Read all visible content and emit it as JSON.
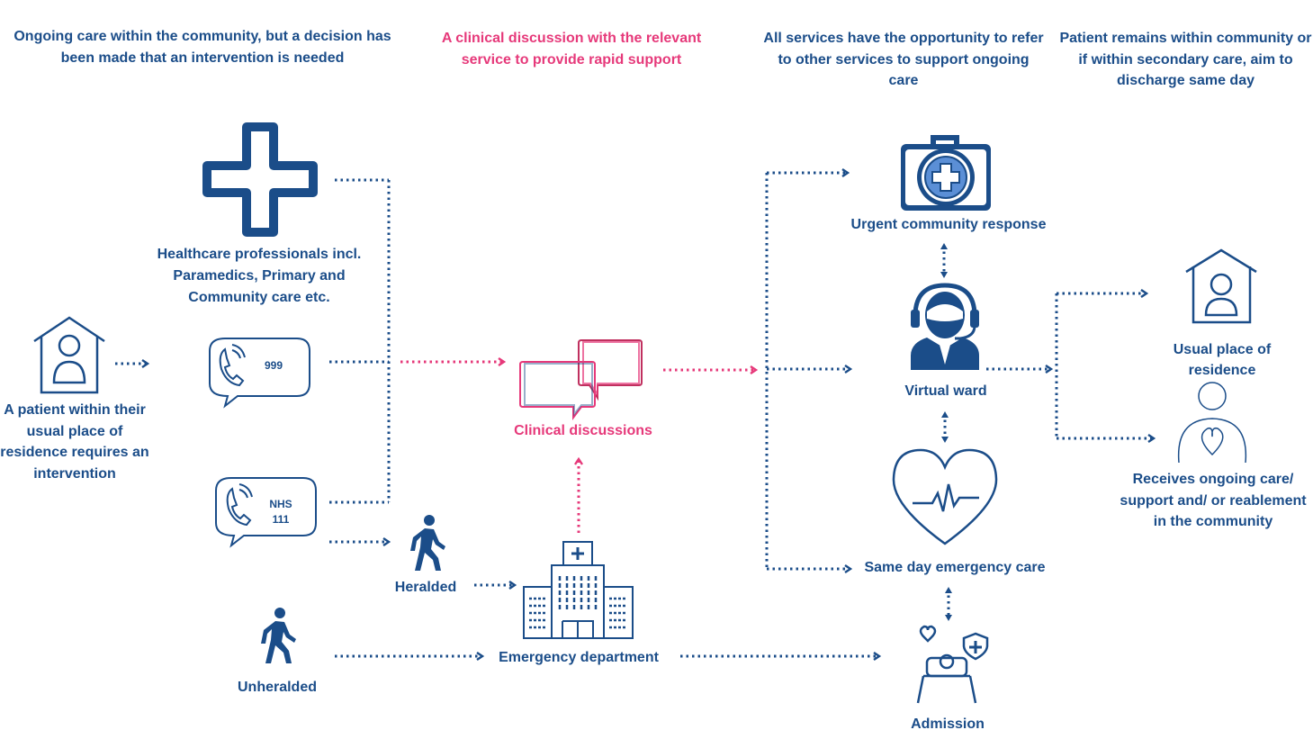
{
  "headers": {
    "col1": "Ongoing care within the community, but a decision has been made that an intervention is needed",
    "col2": "A clinical discussion with the relevant service to provide rapid support",
    "col3": "All services have the opportunity to refer to other services to support ongoing care",
    "col4": "Patient remains within community or if within secondary care, aim to discharge same day"
  },
  "nodes": {
    "patient": "A patient within their usual place of residence requires an intervention",
    "healthcare_professionals": "Healthcare professionals incl. Paramedics, Primary and Community care etc.",
    "call_999": "999",
    "nhs": "NHS",
    "nhs_111": "111",
    "heralded": "Heralded",
    "unheralded": "Unheralded",
    "clinical_discussions": "Clinical discussions",
    "emergency_department": "Emergency department",
    "urgent_community_response": "Urgent community response",
    "virtual_ward": "Virtual ward",
    "same_day_emergency_care": "Same day emergency care",
    "admission": "Admission",
    "usual_place": "Usual place of residence",
    "ongoing_care": "Receives ongoing care/ support and/ or reablement in the community"
  },
  "colors": {
    "navy": "#1b4d89",
    "pink": "#e6397a"
  }
}
